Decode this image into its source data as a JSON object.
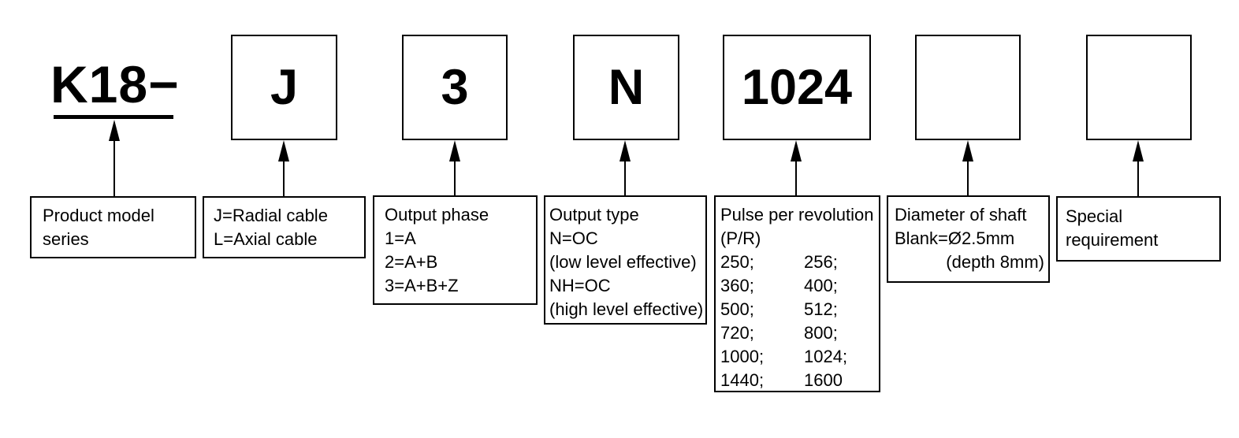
{
  "diagram": {
    "model_prefix": "K18−",
    "codes": {
      "cable": "J",
      "phase": "3",
      "output": "N",
      "ppr": "1024",
      "shaft": "",
      "special": ""
    },
    "descriptions": {
      "series": {
        "l1": "Product model",
        "l2": "series"
      },
      "cable": {
        "l1": "J=Radial cable",
        "l2": "L=Axial cable"
      },
      "phase": {
        "l1": "Output phase",
        "l2": "1=A",
        "l3": "2=A+B",
        "l4": "3=A+B+Z"
      },
      "output": {
        "l1": "Output type",
        "l2": "N=OC",
        "l3": "(low level effective)",
        "l4": "NH=OC",
        "l5": "(high level effective)"
      },
      "ppr": {
        "l1": "Pulse per revolution",
        "l2": "(P/R)",
        "rows": [
          {
            "a": "250;",
            "b": "256;"
          },
          {
            "a": "360;",
            "b": "400;"
          },
          {
            "a": "500;",
            "b": "512;"
          },
          {
            "a": "720;",
            "b": "800;"
          },
          {
            "a": "1000;",
            "b": "1024;"
          },
          {
            "a": "1440;",
            "b": "1600"
          }
        ]
      },
      "shaft": {
        "l1": "Diameter of shaft",
        "l2": "Blank=Ø2.5mm",
        "l3": "(depth 8mm)"
      },
      "special": {
        "l1": "Special",
        "l2": "requirement"
      }
    }
  }
}
